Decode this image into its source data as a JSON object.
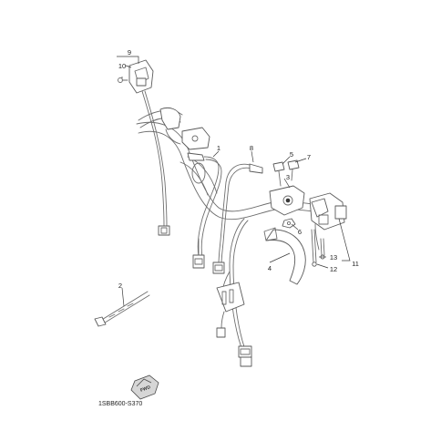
{
  "diagram": {
    "drawing_code": "1SBB600-S370",
    "direction_badge": "FWD",
    "callouts": [
      "1",
      "2",
      "3",
      "4",
      "5",
      "6",
      "7",
      "8",
      "9",
      "10",
      "11",
      "12",
      "13"
    ]
  }
}
